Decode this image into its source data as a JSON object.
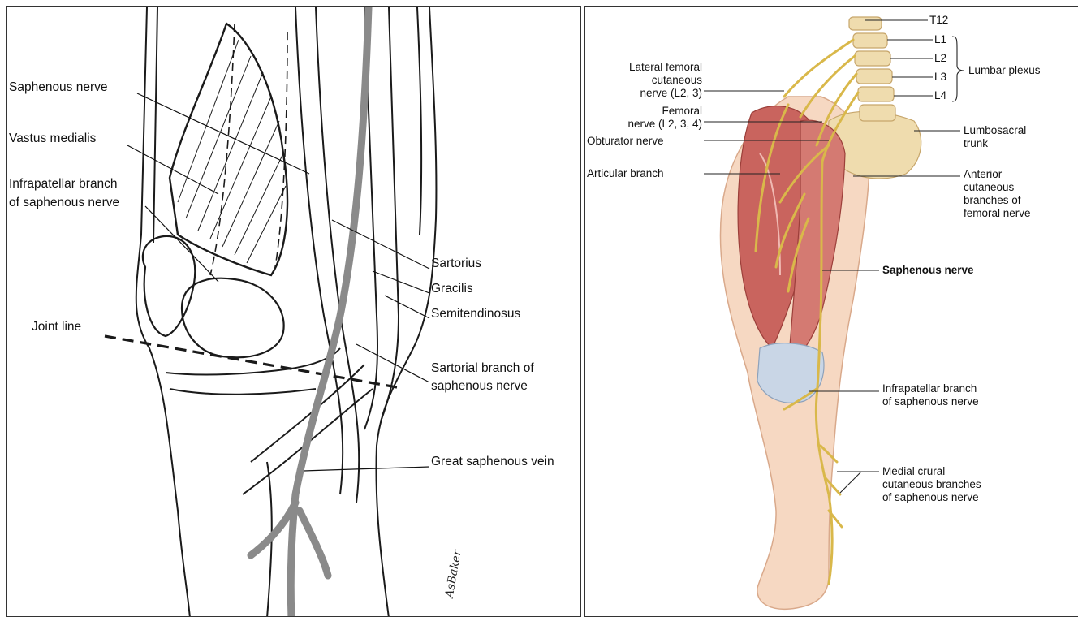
{
  "left_panel": {
    "labels": {
      "saphenous_nerve": "Saphenous nerve",
      "vastus_medialis": "Vastus medialis",
      "infrapatellar_l1": "Infrapatellar branch",
      "infrapatellar_l2": "of saphenous nerve",
      "joint_line": "Joint line",
      "sartorius": "Sartorius",
      "gracilis": "Gracilis",
      "semitendinosus": "Semitendinosus",
      "sartorial_l1": "Sartorial branch of",
      "sartorial_l2": "saphenous nerve",
      "great_saphenous_vein": "Great saphenous vein"
    },
    "signature": "AsBaker"
  },
  "right_panel": {
    "labels": {
      "t12": "T12",
      "l1": "L1",
      "l2": "L2",
      "l3": "L3",
      "l4": "L4",
      "lumbar_plexus": "Lumbar plexus",
      "lateral_fem_l1": "Lateral femoral",
      "lateral_fem_l2": "cutaneous",
      "lateral_fem_l3": "nerve (L2, 3)",
      "femoral_l1": "Femoral",
      "femoral_l2": "nerve (L2, 3, 4)",
      "obturator": "Obturator nerve",
      "articular": "Articular branch",
      "lumbosacral_l1": "Lumbosacral",
      "lumbosacral_l2": "trunk",
      "anterior_l1": "Anterior",
      "anterior_l2": "cutaneous",
      "anterior_l3": "branches of",
      "anterior_l4": "femoral nerve",
      "saphenous_nerve": "Saphenous nerve",
      "infrapatellar_l1": "Infrapatellar branch",
      "infrapatellar_l2": "of saphenous nerve",
      "medial_crural_l1": "Medial crural",
      "medial_crural_l2": "cutaneous branches",
      "medial_crural_l3": "of saphenous nerve"
    }
  },
  "colors": {
    "skin": "#f6d8c2",
    "muscle": "#c9645e",
    "nerve": "#d9b84a",
    "bone": "#efdcae",
    "ink": "#111111"
  }
}
